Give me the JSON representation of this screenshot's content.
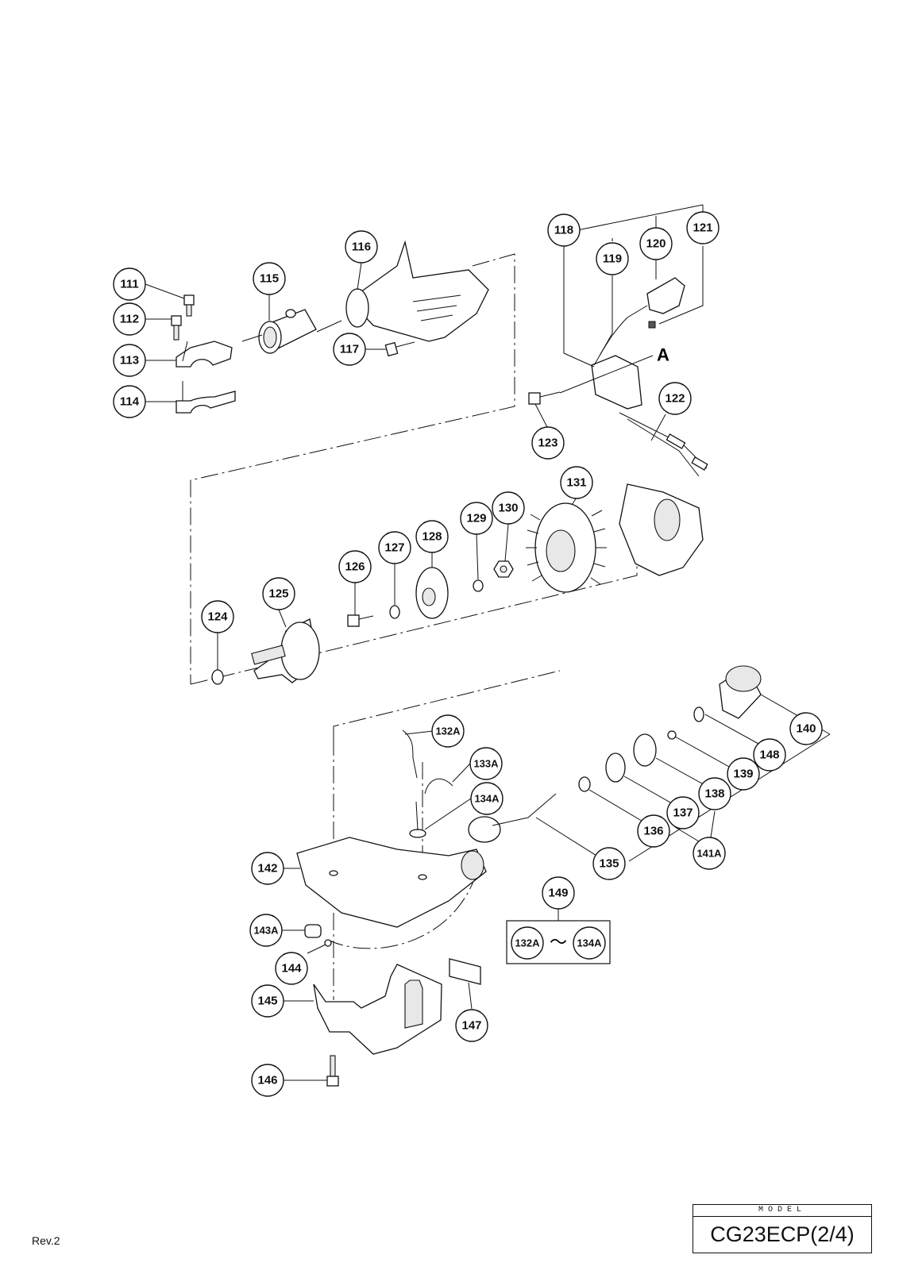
{
  "diagram": {
    "callouts": [
      {
        "label": "111"
      },
      {
        "label": "112"
      },
      {
        "label": "113"
      },
      {
        "label": "114"
      },
      {
        "label": "115"
      },
      {
        "label": "116"
      },
      {
        "label": "117"
      },
      {
        "label": "118"
      },
      {
        "label": "119"
      },
      {
        "label": "120"
      },
      {
        "label": "121"
      },
      {
        "label": "122"
      },
      {
        "label": "123"
      },
      {
        "label": "124"
      },
      {
        "label": "125"
      },
      {
        "label": "126"
      },
      {
        "label": "127"
      },
      {
        "label": "128"
      },
      {
        "label": "129"
      },
      {
        "label": "130"
      },
      {
        "label": "131"
      },
      {
        "label": "132A"
      },
      {
        "label": "133A"
      },
      {
        "label": "134A"
      },
      {
        "label": "135"
      },
      {
        "label": "136"
      },
      {
        "label": "137"
      },
      {
        "label": "138"
      },
      {
        "label": "139"
      },
      {
        "label": "140"
      },
      {
        "label": "141A"
      },
      {
        "label": "142"
      },
      {
        "label": "143A"
      },
      {
        "label": "144"
      },
      {
        "label": "145"
      },
      {
        "label": "146"
      },
      {
        "label": "147"
      },
      {
        "label": "148"
      },
      {
        "label": "149"
      }
    ],
    "kit_range": {
      "from": "132A",
      "separator": "〜",
      "to": "134A"
    },
    "reference_letter": "A"
  },
  "footer": {
    "revision": "Rev.2",
    "model_label": "MODEL",
    "model_value": "CG23ECP(2/4)"
  }
}
